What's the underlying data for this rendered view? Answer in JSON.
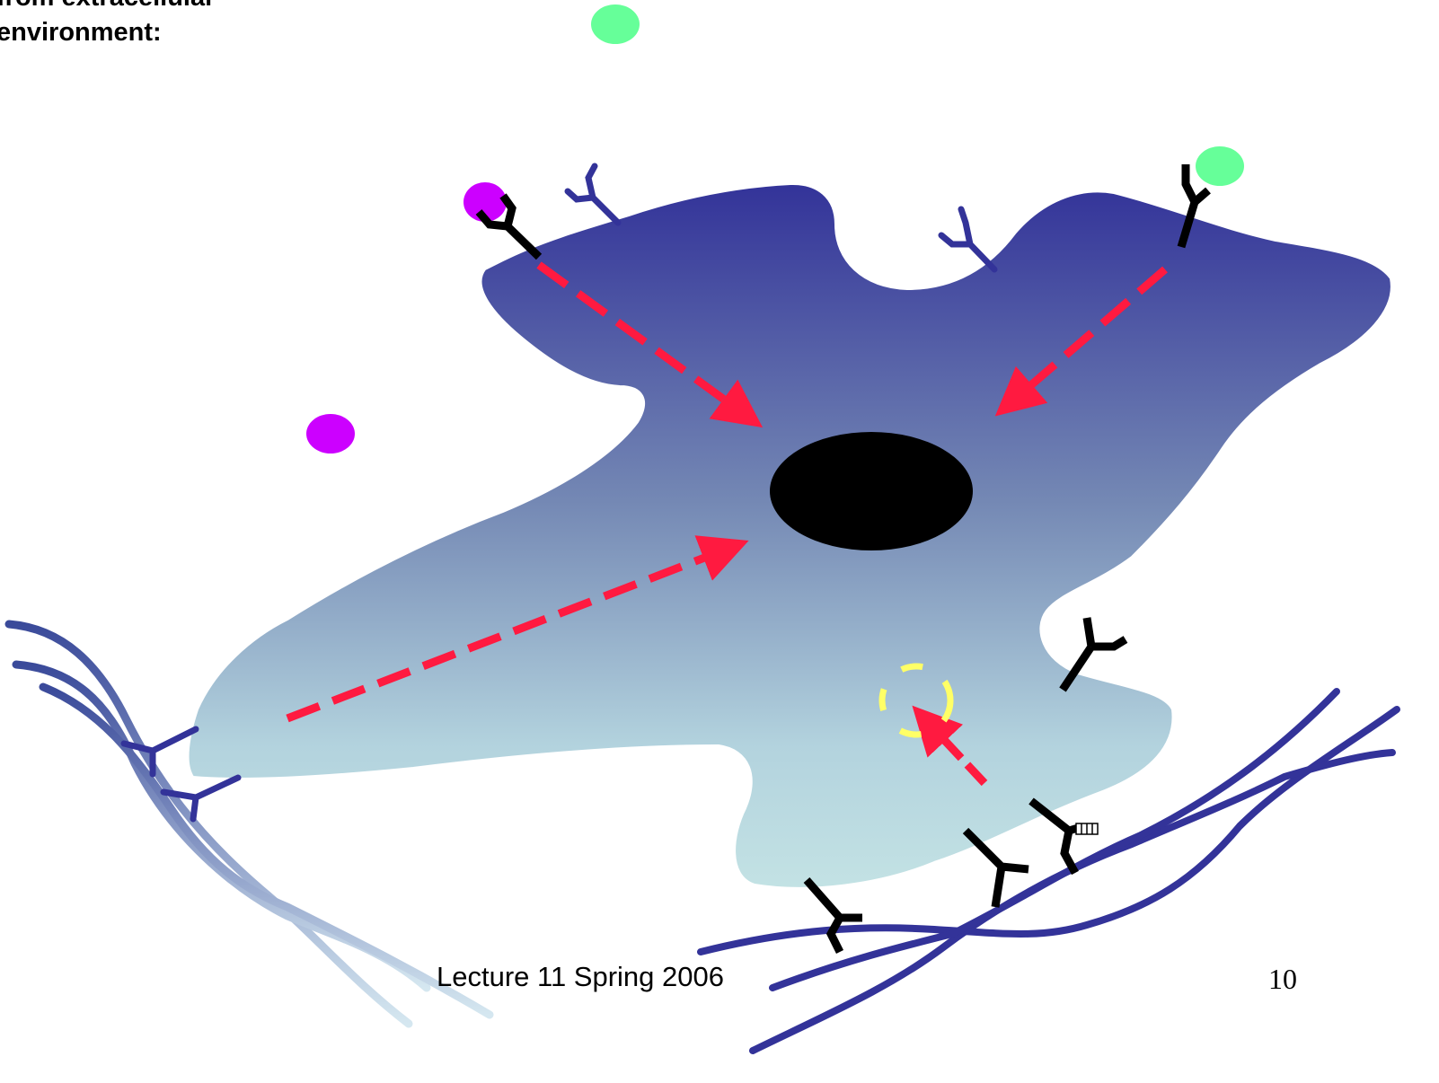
{
  "slide": {
    "heading": "from extracellular\nenvironment:",
    "footer": "Lecture 11 Spring 2006",
    "page_number": "10"
  },
  "colors": {
    "cell_top": "#333399",
    "cell_bottom": "#bfe2e4",
    "nucleus": "#000000",
    "signal_arrow": "#ff1a40",
    "receptor_black": "#000000",
    "receptor_blue": "#333399",
    "ligand_green": "#66ff99",
    "ligand_purple": "#cc00ff",
    "vesicle_yellow": "#ffff66",
    "fiber_blue": "#333399",
    "fiber_light": "#a9c6da"
  }
}
